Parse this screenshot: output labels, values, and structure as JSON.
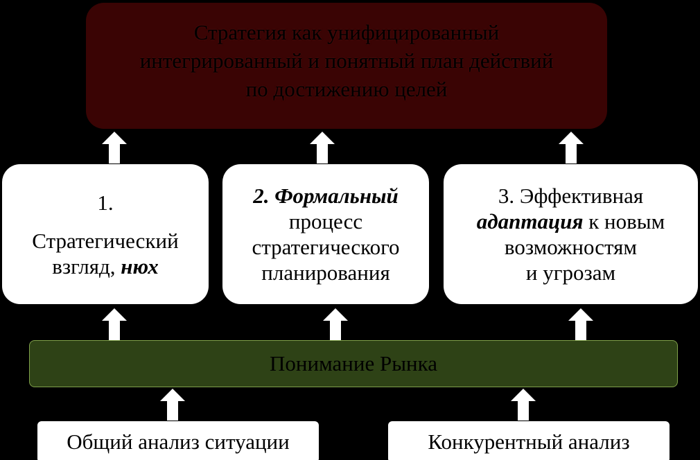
{
  "top": {
    "line1": "Стратегия как унифицированный",
    "line2": "интегрированный и понятный план действий",
    "line3": "по достижению целей"
  },
  "box1": {
    "line1": "1.",
    "line2": "Стратегический",
    "line3_plain": "взгляд, ",
    "line3_emph": "нюх"
  },
  "box2": {
    "line1_emph": "2. Формальный",
    "line2": "процесс",
    "line3": "стратегического",
    "line4": "планирования"
  },
  "box3": {
    "line1": "3. Эффективная",
    "line2_emph": "адаптация",
    "line2_plain": " к новым",
    "line3": "возможностям",
    "line4": "и угрозам"
  },
  "market": {
    "label": "Понимание Рынка"
  },
  "bottom": {
    "left_label": "Общий анализ ситуации",
    "right_label": "Конкурентный анализ"
  },
  "colors": {
    "background": "#000000",
    "top_box": "#3a0404",
    "market_box": "#2e4216",
    "market_border": "#7fa04a",
    "boxes": "#ffffff"
  }
}
